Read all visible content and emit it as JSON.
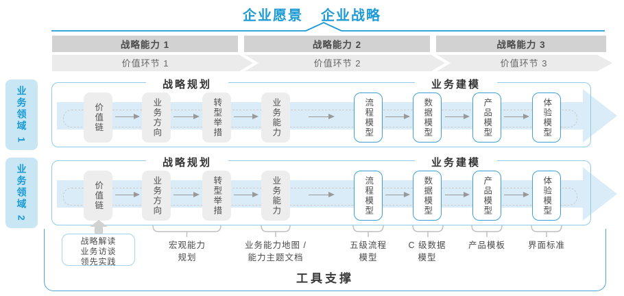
{
  "colors": {
    "accent": "#1b9ad6",
    "container_border": "#8ecbe8",
    "model_box_border": "#3da0d4",
    "band_fill": "#d9ecf8",
    "bar_gray": "#d2d2d2",
    "chevron_gray": "#ebebeb"
  },
  "header": {
    "vision": "企业愿景",
    "strategy": "企业战略"
  },
  "capability_bars": [
    "战略能力 1",
    "战略能力 2",
    "战略能力 3"
  ],
  "value_links": [
    "价值环节 1",
    "价值环节 2",
    "价值环节 3"
  ],
  "domains": [
    {
      "label": "业务领域 1",
      "planning_title": "战略规划",
      "modeling_title": "业务建模",
      "gray_boxes": [
        "价值链",
        "业务方向",
        "转型举措",
        "业务能力"
      ],
      "blue_boxes": [
        "流程模型",
        "数据模型",
        "产品模型",
        "体验模型"
      ]
    },
    {
      "label": "业务领域 2",
      "planning_title": "战略规划",
      "modeling_title": "业务建模",
      "gray_boxes": [
        "价值链",
        "业务方向",
        "转型举措",
        "业务能力"
      ],
      "blue_boxes": [
        "流程模型",
        "数据模型",
        "产品模型",
        "体验模型"
      ]
    }
  ],
  "annotations": {
    "practice_box": {
      "line1": "战略解读",
      "line2": "业务访谈",
      "line3": "领先实践"
    },
    "labels": [
      {
        "line1": "宏观能力",
        "line2": "规划"
      },
      {
        "line1": "业务能力地图 /",
        "line2": "能力主题文档"
      },
      {
        "line1": "五级流程",
        "line2": "模型"
      },
      {
        "line1": "C 级数据",
        "line2": "模型"
      },
      {
        "line1": "产品模板",
        "line2": ""
      },
      {
        "line1": "界面标准",
        "line2": ""
      }
    ]
  },
  "footer": {
    "tool_support": "工具支撑"
  }
}
